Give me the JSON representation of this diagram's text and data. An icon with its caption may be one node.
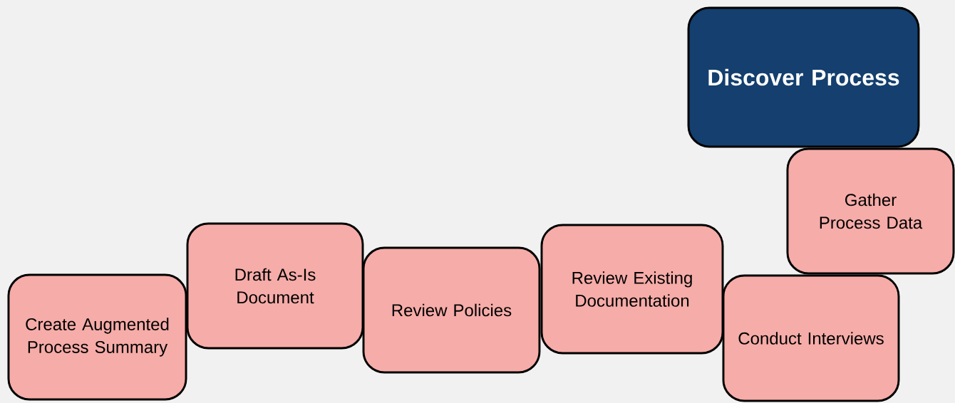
{
  "diagram": {
    "nodes": [
      {
        "text": [
          "Discover Process"
        ]
      },
      {
        "text": [
          "Gather Process Data"
        ]
      },
      {
        "text": [
          "Conduct Interviews"
        ]
      },
      {
        "text": [
          "Review Existing Documentation"
        ]
      },
      {
        "text": [
          "Review Policies"
        ]
      },
      {
        "text": [
          "Draft As-Is Document"
        ]
      },
      {
        "text": [
          "Create Augmented Process Summary"
        ]
      }
    ]
  }
}
